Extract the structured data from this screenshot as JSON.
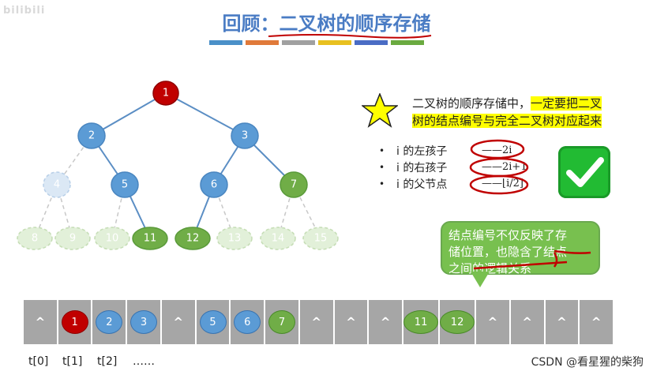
{
  "watermark": "bilibili",
  "title": "回顾：二叉树的顺序存储",
  "title_bar_colors": [
    "#4a90c8",
    "#e07a3a",
    "#a0a0a0",
    "#e8c020",
    "#4a6cc4",
    "#6aaa40"
  ],
  "tree": {
    "nodes": [
      {
        "id": 1,
        "label": "1",
        "style": "red"
      },
      {
        "id": 2,
        "label": "2",
        "style": "blue"
      },
      {
        "id": 3,
        "label": "3",
        "style": "blue"
      },
      {
        "id": 4,
        "label": "4",
        "style": "faded-blue"
      },
      {
        "id": 5,
        "label": "5",
        "style": "blue"
      },
      {
        "id": 6,
        "label": "6",
        "style": "blue"
      },
      {
        "id": 7,
        "label": "7",
        "style": "green"
      },
      {
        "id": 8,
        "label": "8",
        "style": "faded-green"
      },
      {
        "id": 9,
        "label": "9",
        "style": "faded-green"
      },
      {
        "id": 10,
        "label": "10",
        "style": "faded-green"
      },
      {
        "id": 11,
        "label": "11",
        "style": "green"
      },
      {
        "id": 12,
        "label": "12",
        "style": "green"
      },
      {
        "id": 13,
        "label": "13",
        "style": "faded-green"
      },
      {
        "id": 14,
        "label": "14",
        "style": "faded-green"
      },
      {
        "id": 15,
        "label": "15",
        "style": "faded-green"
      }
    ]
  },
  "star_icon": "star-icon",
  "note": {
    "prefix": "二叉树的顺序存储中，",
    "highlight1": "一定要把二叉",
    "highlight2": "树的结点编号与完全二叉树对应起来"
  },
  "relations": [
    {
      "bullet": "•",
      "label": "i 的左孩子",
      "formula": "——2i"
    },
    {
      "bullet": "•",
      "label": "i 的右孩子",
      "formula": "——2i+1"
    },
    {
      "bullet": "•",
      "label": "i 的父节点",
      "formula": "——⌊i/2⌋"
    }
  ],
  "check_icon": "check-icon",
  "callout": {
    "line1": "结点编号不仅反映了存",
    "line2": "储位置，也隐含了结点",
    "line3": "之间的逻辑关系"
  },
  "array": {
    "cells": [
      {
        "value": "^",
        "style": "empty"
      },
      {
        "value": "1",
        "style": "red"
      },
      {
        "value": "2",
        "style": "blue"
      },
      {
        "value": "3",
        "style": "blue"
      },
      {
        "value": "^",
        "style": "empty"
      },
      {
        "value": "5",
        "style": "blue"
      },
      {
        "value": "6",
        "style": "blue"
      },
      {
        "value": "7",
        "style": "green"
      },
      {
        "value": "^",
        "style": "empty"
      },
      {
        "value": "^",
        "style": "empty"
      },
      {
        "value": "^",
        "style": "empty"
      },
      {
        "value": "11",
        "style": "green"
      },
      {
        "value": "12",
        "style": "green"
      },
      {
        "value": "^",
        "style": "empty"
      },
      {
        "value": "^",
        "style": "empty"
      },
      {
        "value": "^",
        "style": "empty"
      },
      {
        "value": "^",
        "style": "empty"
      }
    ],
    "index_labels": [
      "t[0]",
      "t[1]",
      "t[2]",
      "……"
    ]
  },
  "footer": "CSDN @看星猩的柴狗",
  "colors": {
    "red": "#c00000",
    "blue": "#5b9bd5",
    "green": "#70ad47",
    "faded_blue": "#dbe8f5",
    "faded_green": "#e2f0d9",
    "edge": "#5b8ec4",
    "edge_faded": "#c8c8c8",
    "check_green": "#22bb33",
    "callout_green": "#78c04f"
  }
}
